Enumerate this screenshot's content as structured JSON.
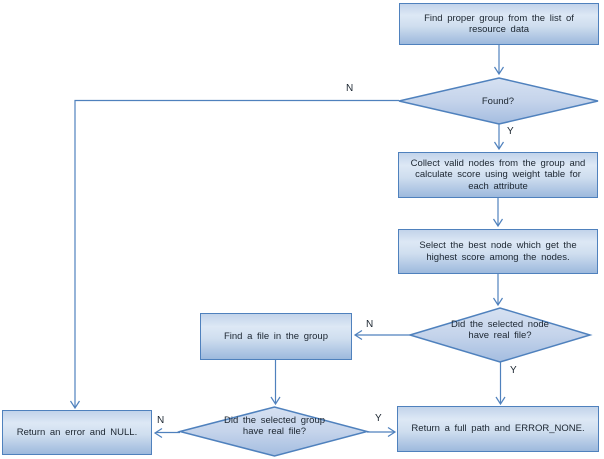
{
  "diagram": {
    "type": "flowchart",
    "colors": {
      "shape_border": "#4f81bd",
      "connector": "#4f81bd",
      "fill_top": "#dde8f5",
      "fill_bottom": "#9db9dd",
      "text": "#1b2530",
      "background": "#ffffff"
    },
    "nodes": [
      {
        "id": "find-group",
        "shape": "rect",
        "label": "Find proper group from the list of resource data"
      },
      {
        "id": "found",
        "shape": "diamond",
        "label": "Found?"
      },
      {
        "id": "collect",
        "shape": "rect",
        "label": "Collect valid nodes from the group and calculate score using weight table for each attribute"
      },
      {
        "id": "select-best",
        "shape": "rect",
        "label": "Select the best node which get the highest score among the nodes."
      },
      {
        "id": "node-real-file",
        "shape": "diamond",
        "label": "Did the selected node have real file?"
      },
      {
        "id": "find-file",
        "shape": "rect",
        "label": "Find a file in the group"
      },
      {
        "id": "group-real-file",
        "shape": "diamond",
        "label": "Did the selected group have real file?"
      },
      {
        "id": "return-error",
        "shape": "rect",
        "label": "Return an error and NULL."
      },
      {
        "id": "return-full",
        "shape": "rect",
        "label": "Return a full path and ERROR_NONE."
      }
    ],
    "edges": [
      {
        "from": "find-group",
        "to": "found",
        "label": ""
      },
      {
        "from": "found",
        "to": "return-error",
        "label": "N"
      },
      {
        "from": "found",
        "to": "collect",
        "label": "Y"
      },
      {
        "from": "collect",
        "to": "select-best",
        "label": ""
      },
      {
        "from": "select-best",
        "to": "node-real-file",
        "label": ""
      },
      {
        "from": "node-real-file",
        "to": "find-file",
        "label": "N"
      },
      {
        "from": "node-real-file",
        "to": "return-full",
        "label": "Y"
      },
      {
        "from": "find-file",
        "to": "group-real-file",
        "label": ""
      },
      {
        "from": "group-real-file",
        "to": "return-error",
        "label": "N"
      },
      {
        "from": "group-real-file",
        "to": "return-full",
        "label": "Y"
      }
    ]
  }
}
